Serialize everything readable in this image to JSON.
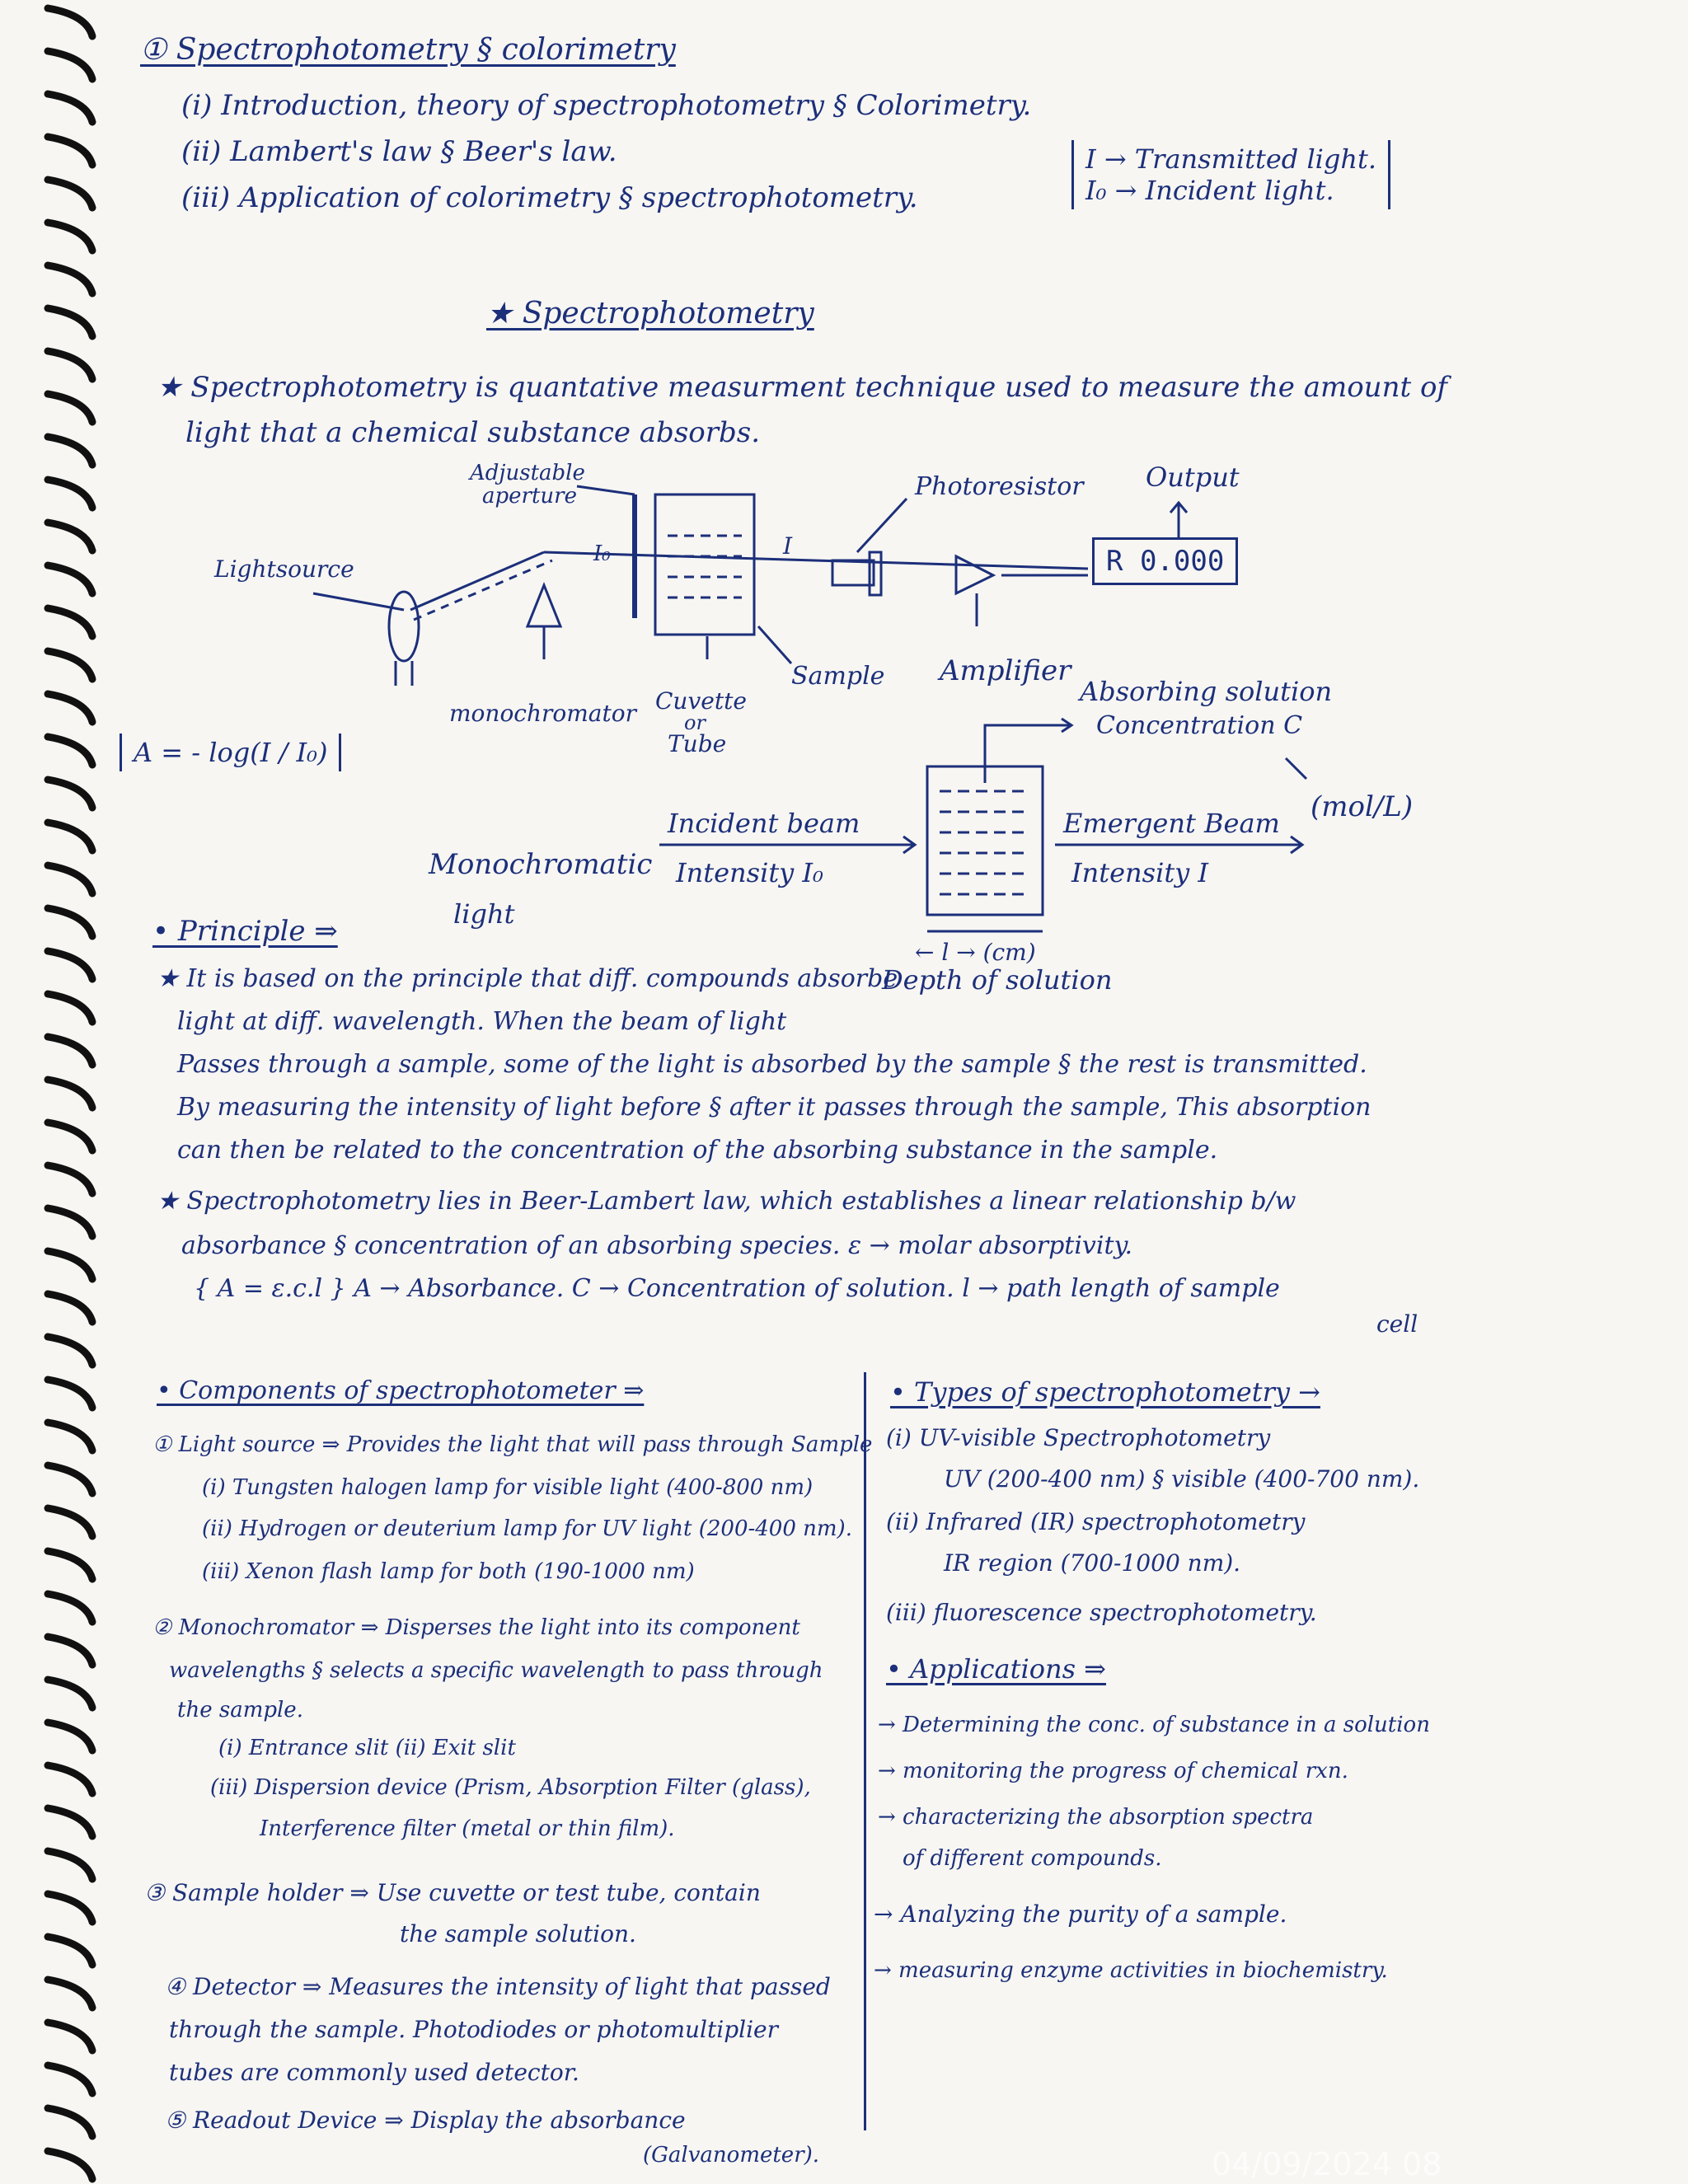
{
  "heading": {
    "title": "① Spectrophotometry § colorimetry",
    "items": [
      "(i) Introduction, theory of spectrophotometry § Colorimetry.",
      "(ii) Lambert's law § Beer's law.",
      "(iii) Application of colorimetry § spectrophotometry."
    ],
    "legend": [
      "I → Transmitted light.",
      "I₀ → Incident light."
    ]
  },
  "section_title": "★ Spectrophotometry",
  "intro": [
    "★ Spectrophotometry is quantative measurment technique used to measure the amount of",
    "light that a chemical substance absorbs."
  ],
  "diagram1": {
    "labels": {
      "adjustable": "Adjustable",
      "aperture": "aperture",
      "photoresistor": "Photoresistor",
      "output": "Output",
      "readout": "R 0.000",
      "light_source": "Lightsource",
      "io": "I₀",
      "i": "I",
      "sample": "Sample",
      "amplifier": "Amplifier",
      "monochromator": "monochromator",
      "cuvette": "Cuvette",
      "or": "or",
      "tube": "Tube"
    }
  },
  "formula_box": "A = - log(I / I₀)",
  "diagram2": {
    "absorbing": "Absorbing solution",
    "concentration": "Concentration C",
    "unit": "(mol/L)",
    "incident_beam": "Incident beam",
    "intensity_io": "Intensity I₀",
    "monochromatic": "Monochromatic",
    "light": "light",
    "emergent_beam": "Emergent Beam",
    "intensity_i": "Intensity I",
    "l_cm": "← l → (cm)",
    "depth": "Depth of solution"
  },
  "principle": {
    "heading": "• Principle ⇒",
    "lines": [
      "★ It is based on the principle that diff. compounds absorbe",
      "light at diff. wavelength. When the beam of light",
      "Passes through a sample, some of the light is absorbed by the sample § the rest is transmitted.",
      "By measuring the intensity of light before § after it passes through the sample, This absorption",
      "can then be related to the concentration of the absorbing substance in the sample.",
      "★ Spectrophotometry lies in Beer-Lambert law, which establishes a linear relationship b/w",
      "absorbance § concentration of an absorbing species. ε → molar absorptivity.",
      "{ A = ε.c.l }   A → Absorbance.   C → Concentration of solution.   l → path length of sample",
      "cell"
    ]
  },
  "components": {
    "heading": "• Components of spectrophotometer ⇒",
    "lines": [
      "① Light source ⇒ Provides the light that will pass through Sample",
      "(i) Tungsten halogen lamp for visible light (400-800 nm)",
      "(ii) Hydrogen or deuterium lamp for UV light (200-400 nm).",
      "(iii) Xenon flash lamp for both (190-1000 nm)",
      "② Monochromator ⇒ Disperses the light into its component",
      "wavelengths § selects a specific wavelength to pass through",
      "the sample.",
      "(i) Entrance slit    (ii) Exit slit",
      "(iii) Dispersion device (Prism, Absorption Filter (glass),",
      "Interference filter (metal or thin film).",
      "③ Sample holder ⇒ Use cuvette or test tube, contain",
      "the sample solution.",
      "④ Detector ⇒ Measures the intensity of light that passed",
      "through the sample. Photodiodes or photomultiplier",
      "tubes are commonly used detector.",
      "⑤ Readout Device ⇒ Display the absorbance",
      "(Galvanometer)."
    ]
  },
  "types": {
    "heading": "• Types of spectrophotometry →",
    "lines": [
      "(i) UV-visible Spectrophotometry",
      "UV (200-400 nm) § visible (400-700 nm).",
      "(ii) Infrared (IR) spectrophotometry",
      "IR region (700-1000 nm).",
      "(iii) fluorescence spectrophotometry."
    ]
  },
  "applications": {
    "heading": "• Applications ⇒",
    "lines": [
      "→ Determining the conc. of substance in a solution",
      "→ monitoring the progress of chemical rxn.",
      "→ characterizing the absorption spectra",
      "of different compounds.",
      "→ Analyzing the purity of a sample.",
      "→ measuring enzyme activities in biochemistry."
    ]
  },
  "stamp": "04/09/2024 08"
}
